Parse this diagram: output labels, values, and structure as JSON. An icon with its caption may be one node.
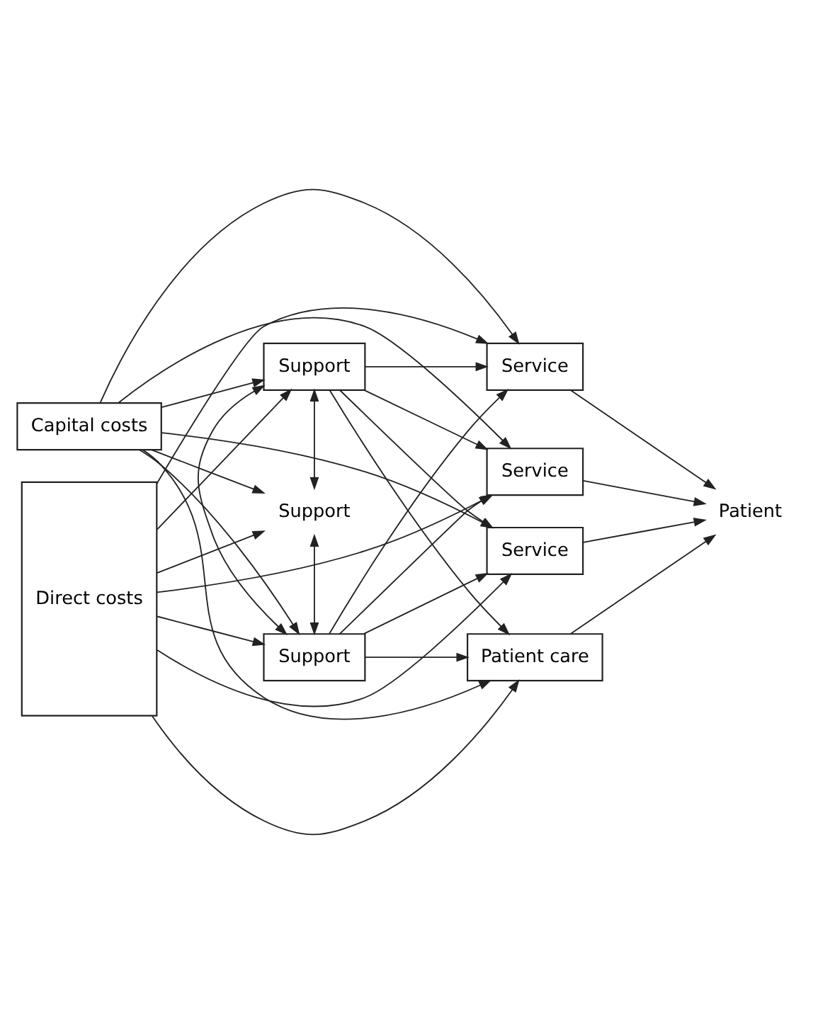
{
  "diagram": {
    "nodes": [
      {
        "text": [
          "Capital costs"
        ]
      },
      {
        "text": [
          "Direct costs"
        ]
      },
      {
        "text": [
          "Support"
        ]
      },
      {
        "text": [
          "Support"
        ]
      },
      {
        "text": [
          "Support"
        ]
      },
      {
        "text": [
          "Service"
        ]
      },
      {
        "text": [
          "Service"
        ]
      },
      {
        "text": [
          "Service"
        ]
      },
      {
        "text": [
          "Patient care"
        ]
      },
      {
        "text": [
          "Patient"
        ]
      }
    ],
    "edges": [
      {
        "from": 0,
        "to": 2,
        "arrow": "to"
      },
      {
        "from": 0,
        "to": 3,
        "arrow": "to"
      },
      {
        "from": 0,
        "to": 4,
        "arrow": "to"
      },
      {
        "from": 0,
        "to": 5,
        "arrow": "to"
      },
      {
        "from": 0,
        "to": 6,
        "arrow": "to"
      },
      {
        "from": 0,
        "to": 7,
        "arrow": "to"
      },
      {
        "from": 0,
        "to": 8,
        "arrow": "to"
      },
      {
        "from": 1,
        "to": 2,
        "arrow": "to"
      },
      {
        "from": 1,
        "to": 3,
        "arrow": "to"
      },
      {
        "from": 1,
        "to": 4,
        "arrow": "to"
      },
      {
        "from": 1,
        "to": 5,
        "arrow": "to"
      },
      {
        "from": 1,
        "to": 6,
        "arrow": "to"
      },
      {
        "from": 1,
        "to": 7,
        "arrow": "to"
      },
      {
        "from": 1,
        "to": 8,
        "arrow": "to"
      },
      {
        "from": 2,
        "to": 3,
        "arrow": "both"
      },
      {
        "from": 3,
        "to": 4,
        "arrow": "both"
      },
      {
        "from": 2,
        "to": 4,
        "arrow": "both"
      },
      {
        "from": 2,
        "to": 5,
        "arrow": "to"
      },
      {
        "from": 2,
        "to": 6,
        "arrow": "to"
      },
      {
        "from": 2,
        "to": 7,
        "arrow": "to"
      },
      {
        "from": 2,
        "to": 8,
        "arrow": "to"
      },
      {
        "from": 3,
        "to": 5,
        "arrow": "to"
      },
      {
        "from": 3,
        "to": 6,
        "arrow": "to"
      },
      {
        "from": 3,
        "to": 7,
        "arrow": "to"
      },
      {
        "from": 3,
        "to": 8,
        "arrow": "to"
      },
      {
        "from": 5,
        "to": 9,
        "arrow": "to"
      },
      {
        "from": 6,
        "to": 9,
        "arrow": "to"
      },
      {
        "from": 7,
        "to": 9,
        "arrow": "to"
      },
      {
        "from": 8,
        "to": 9,
        "arrow": "to"
      }
    ]
  }
}
